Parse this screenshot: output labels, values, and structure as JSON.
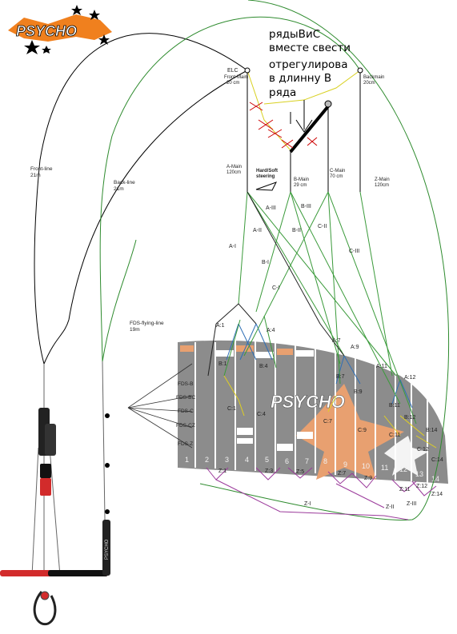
{
  "logo": {
    "text": "PSYCHO"
  },
  "annotation": {
    "line1": "рядыВиС",
    "line2": "вместе свести",
    "line3": "отрегулирова",
    "line4": "в длинну В",
    "line5": "ряда"
  },
  "labels": {
    "front_line": "Front-line",
    "front_line_len": "21m",
    "back_line": "Back-line",
    "back_line_len": "21m",
    "fds_flying_line": "FDS-flying-line",
    "fds_flying_line_len": "19m",
    "elc": "ELC",
    "front_main": "Front-Main",
    "front_main_len": "20 cm",
    "backmain": "Backmain",
    "backmain_len": "20cm",
    "a_main": "A-Main",
    "a_main_len": "120cm",
    "hard_soft_1": "Hard/Soft",
    "hard_soft_2": "steering",
    "b_main": "B-Main",
    "b_main_len": "29 cm",
    "c_main": "C-Main",
    "c_main_len": "70 cm",
    "z_main": "Z-Main",
    "z_main_len": "120cm"
  },
  "line_labels": {
    "a_iii": "A-III",
    "b_iii": "B-III",
    "a_ii": "A-II",
    "b_ii": "B-II",
    "c_ii": "C-II",
    "a_i": "A-I",
    "b_i": "B-I",
    "c_iii": "C-III",
    "c_i": "C-I",
    "z_i": "Z-I",
    "z_ii": "Z-II",
    "z_iii": "Z-III"
  },
  "fds_labels": [
    "FDS-B",
    "FDS-BC",
    "FDS-C",
    "FDS-CZ",
    "FDS-Z"
  ],
  "bridle_points": {
    "a1": "A:1",
    "a4": "A:4",
    "a7": "A:7",
    "a9": "A:9",
    "a11": "A:11",
    "a12": "A:12",
    "b1": "B:1",
    "b4": "B:4",
    "b7": "B:7",
    "b9": "B:9",
    "b11": "B:11",
    "b12": "B:12",
    "b14": "B:14",
    "c1": "C:1",
    "c4": "C:4",
    "c7": "C:7",
    "c9": "C:9",
    "c11": "C:11",
    "c12": "C:12",
    "c14": "C:14",
    "z1": "Z:1",
    "z3": "Z:3",
    "z5": "Z:5",
    "z7": "Z:7",
    "z9": "Z:9",
    "z11": "Z:11",
    "z12": "Z:12",
    "z14": "Z:14"
  },
  "rib_numbers": [
    "1",
    "2",
    "3",
    "4",
    "5",
    "6",
    "7",
    "8",
    "9",
    "10",
    "11",
    "12",
    "13",
    "14"
  ],
  "bar": {
    "brand_text": "PSYCHO"
  },
  "colors": {
    "front_line": "#000000",
    "back_line": "#2e8b2e",
    "a_lines": "#2f6fb5",
    "b_c_lines": "#3a9a3a",
    "z_lines": "#9b3a9b",
    "yellow_lines": "#e0d020",
    "kite_gray": "#8a8a8a",
    "kite_orange": "#e8a070",
    "bar_red": "#d22b2b"
  }
}
